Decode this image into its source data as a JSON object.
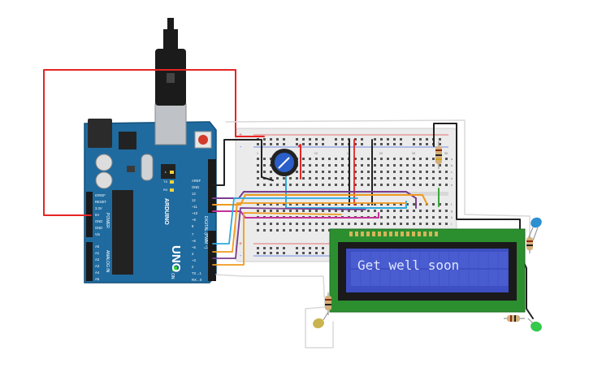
{
  "board": {
    "brand": "ARDUINO",
    "model": "UNO",
    "on_label": "ON",
    "tx_label": "TX",
    "rx_label": "RX",
    "l_label": "L",
    "power_header": "POWER",
    "analog_header": "ANALOG IN",
    "digital_header": "DIGITAL (PWM ~)",
    "power_pins": [
      "IOREF",
      "RESET",
      "3.3V",
      "5V",
      "GND",
      "GND",
      "Vin"
    ],
    "analog_pins": [
      "A0",
      "A1",
      "A2",
      "A3",
      "A4",
      "A5"
    ],
    "digital_top": [
      "AREF",
      "GND",
      "13",
      "12",
      "~11",
      "~10",
      "~9",
      "8"
    ],
    "digital_bottom": [
      "7",
      "~6",
      "~5",
      "4",
      "~3",
      "2",
      "TX→1",
      "RX←0"
    ]
  },
  "breadboard": {
    "column_numbers": [
      "1",
      "5",
      "10",
      "15",
      "20",
      "25",
      "30"
    ],
    "row_letters": [
      "a",
      "b",
      "c",
      "d",
      "e",
      "f",
      "g",
      "h",
      "i",
      "j"
    ],
    "rail_plus": "+",
    "rail_minus": "-"
  },
  "lcd": {
    "text": "Get well soon",
    "backlight": "#3d4fc2",
    "cells": 16
  },
  "colors": {
    "board": "#1f6ba0",
    "wire_red": "#e52525",
    "wire_black": "#222222",
    "wire_cyan": "#2ea9e0",
    "wire_orange": "#f09a1e",
    "wire_purple": "#7a3d8e",
    "wire_magenta": "#c8309a",
    "wire_green": "#3aa83a",
    "led_blue": "#2b8fd0",
    "led_green": "#33c94a",
    "led_yellow": "#c9b44e"
  }
}
